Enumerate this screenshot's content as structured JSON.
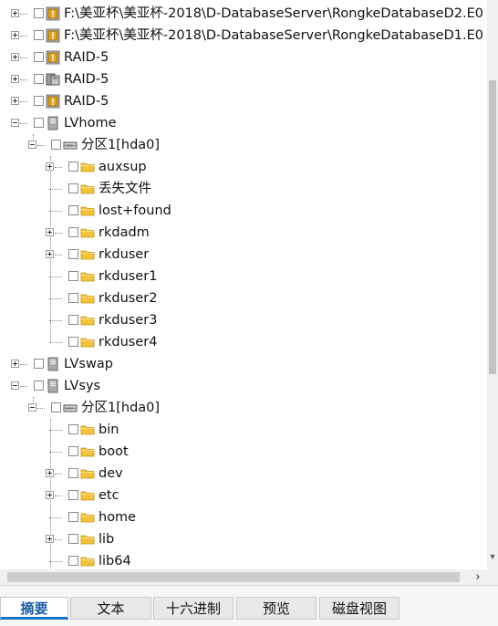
{
  "tree": {
    "rows": [
      {
        "label": "F:\\美亚杯\\美亚杯-2018\\D-DatabaseServer\\RongkeDatabaseD2.E0",
        "icon": "warning-icon",
        "expander": "plus"
      },
      {
        "label": "F:\\美亚杯\\美亚杯-2018\\D-DatabaseServer\\RongkeDatabaseD1.E0",
        "icon": "warning-icon",
        "expander": "plus"
      },
      {
        "label": "RAID-5",
        "icon": "warning-icon",
        "expander": "plus"
      },
      {
        "label": "RAID-5",
        "icon": "raid-disk-icon",
        "expander": "plus"
      },
      {
        "label": "RAID-5",
        "icon": "warning-icon",
        "expander": "plus"
      },
      {
        "label": "LVhome",
        "icon": "volume-icon",
        "expander": "minus"
      },
      {
        "label": "分区1[hda0]",
        "icon": "partition-icon",
        "expander": "minus"
      },
      {
        "label": "auxsup",
        "icon": "folder-icon",
        "expander": "plus"
      },
      {
        "label": "丢失文件",
        "icon": "folder-icon",
        "expander": "none"
      },
      {
        "label": "lost+found",
        "icon": "folder-icon",
        "expander": "none"
      },
      {
        "label": "rkdadm",
        "icon": "folder-icon",
        "expander": "plus"
      },
      {
        "label": "rkduser",
        "icon": "folder-icon",
        "expander": "plus"
      },
      {
        "label": "rkduser1",
        "icon": "folder-icon",
        "expander": "none"
      },
      {
        "label": "rkduser2",
        "icon": "folder-icon",
        "expander": "none"
      },
      {
        "label": "rkduser3",
        "icon": "folder-icon",
        "expander": "none"
      },
      {
        "label": "rkduser4",
        "icon": "folder-icon",
        "expander": "none"
      },
      {
        "label": "LVswap",
        "icon": "volume-icon",
        "expander": "plus"
      },
      {
        "label": "LVsys",
        "icon": "volume-icon",
        "expander": "minus"
      },
      {
        "label": "分区1[hda0]",
        "icon": "partition-icon",
        "expander": "minus"
      },
      {
        "label": "bin",
        "icon": "folder-icon",
        "expander": "none"
      },
      {
        "label": "boot",
        "icon": "folder-icon",
        "expander": "none"
      },
      {
        "label": "dev",
        "icon": "folder-icon",
        "expander": "plus"
      },
      {
        "label": "etc",
        "icon": "folder-icon",
        "expander": "plus"
      },
      {
        "label": "home",
        "icon": "folder-icon",
        "expander": "none"
      },
      {
        "label": "lib",
        "icon": "folder-icon",
        "expander": "plus"
      },
      {
        "label": "lib64",
        "icon": "folder-icon",
        "expander": "none"
      }
    ]
  },
  "tabs": [
    {
      "label": "摘要",
      "active": true
    },
    {
      "label": "文本",
      "active": false
    },
    {
      "label": "十六进制",
      "active": false
    },
    {
      "label": "预览",
      "active": false
    },
    {
      "label": "磁盘视图",
      "active": false
    }
  ],
  "colors": {
    "accent": "#1a73c9",
    "folder": "#f3c43b",
    "warning": "#e8a317"
  }
}
